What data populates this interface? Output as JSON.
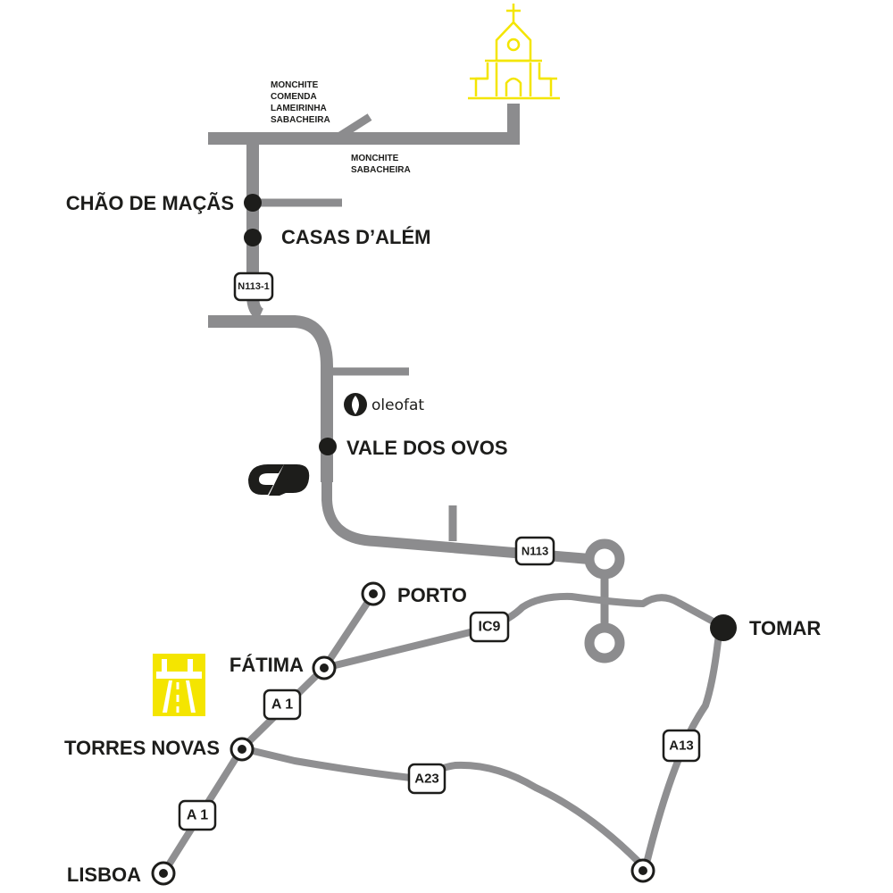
{
  "colors": {
    "road": "#8c8c8e",
    "dot": "#1d1d1b",
    "church": "#f4e500",
    "motorway_sign": "#f4e500",
    "text": "#1d1d1b"
  },
  "places": {
    "chao_de_macas": "CHÃO DE MAÇÃS",
    "casas_d_alem": "CASAS D’ALÉM",
    "vale_dos_ovos": "VALE DOS OVOS",
    "porto": "PORTO",
    "fatima": "FÁTIMA",
    "tomar": "TOMAR",
    "torres_novas": "TORRES NOVAS",
    "lisboa": "LISBOA"
  },
  "directions": {
    "top_left": [
      "MONCHITE",
      "COMENDA",
      "LAMEIRINHA",
      "SABACHEIRA"
    ],
    "top_right": [
      "MONCHITE",
      "SABACHEIRA"
    ]
  },
  "road_shields": {
    "n113_1": "N113-1",
    "n113": "N113",
    "ic9": "IC9",
    "a1_upper": "A 1",
    "a1_lower": "A 1",
    "a23": "A23",
    "a13": "A13"
  },
  "brands": {
    "oleofat": "oleofat"
  },
  "icons": {
    "church": "church-icon",
    "cp_logo": "cp-rail-logo-icon",
    "oleofat_logo": "oleofat-logo-icon",
    "motorway": "motorway-sign-icon"
  }
}
